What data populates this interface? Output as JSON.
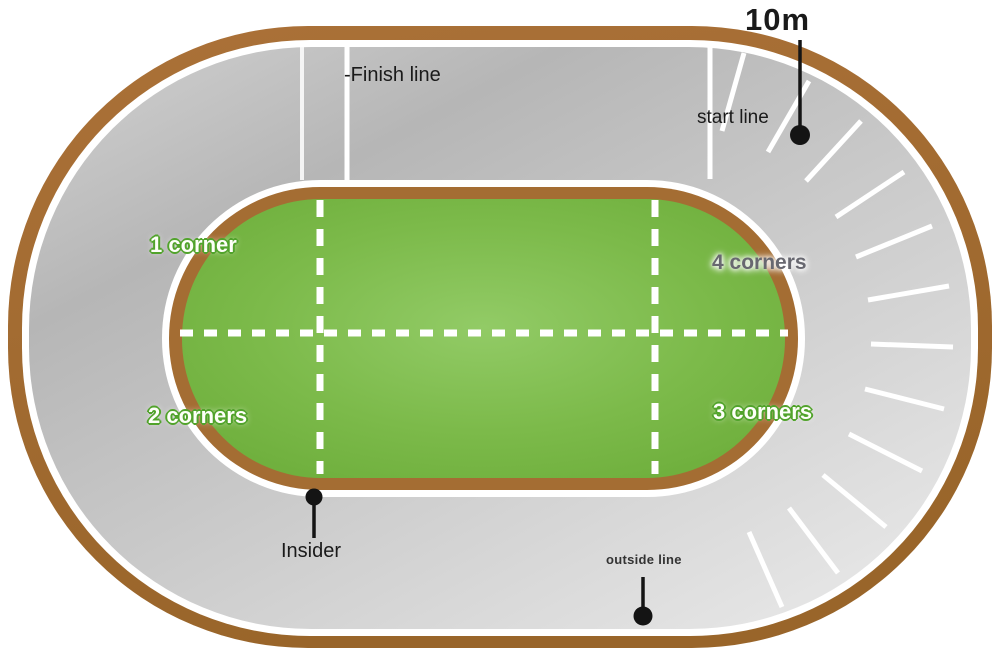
{
  "diagram": {
    "type": "racing-track-schematic",
    "measurement_label": "10m",
    "distance_tick_count": 12,
    "labels": {
      "finish_line": "-Finish line",
      "start_line": "start line",
      "corner_1": "1 corner",
      "corner_2": "2 corners",
      "corner_3": "3 corners",
      "corner_4": "4 corners",
      "insider": "Insider",
      "outside_line": "outside line"
    },
    "colors": {
      "track_border_brown": "#a46d33",
      "track_surface_gray": "#c6c6c6",
      "infield_green": "#7cba4a",
      "line_white": "#ffffff",
      "marker_black": "#141414",
      "label_black": "#1a1a1a",
      "corner_label_fill": "#fdfff8",
      "corner_label_stroke": "#51a32b",
      "corner4_label_gray": "#686870"
    }
  }
}
